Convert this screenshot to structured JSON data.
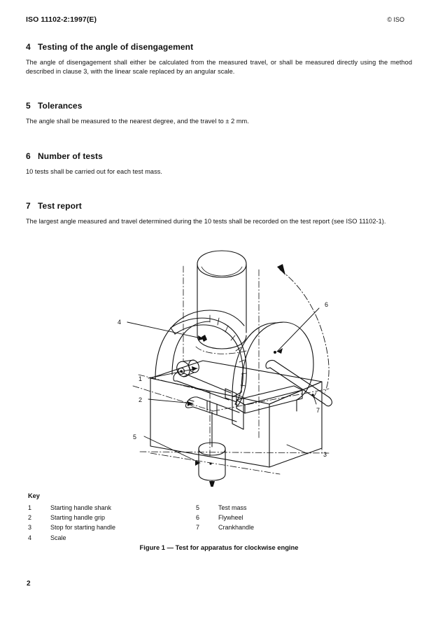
{
  "header": {
    "standard_ref": "ISO 11102-2:1997(E)",
    "copyright": "© ISO"
  },
  "clauses": [
    {
      "number": "4",
      "title": "Testing of the angle of disengagement",
      "body": "The angle of disengagement shall either be calculated from the measured travel, or shall be measured directly using the method described in clause 3, with the linear scale replaced by an angular scale."
    },
    {
      "number": "5",
      "title": "Tolerances",
      "body": "The angle shall be measured to the nearest degree, and the travel to ± 2 mm."
    },
    {
      "number": "6",
      "title": "Number of tests",
      "body": "10 tests shall be carried out for each test mass."
    },
    {
      "number": "7",
      "title": "Test report",
      "body": "The largest angle measured and travel determined during the 10 tests shall be recorded on the test report (see ISO 11102-1)."
    }
  ],
  "figure": {
    "key_title": "Key",
    "key_left": [
      {
        "num": "1",
        "text": "Starting handle shank"
      },
      {
        "num": "2",
        "text": "Starting handle grip"
      },
      {
        "num": "3",
        "text": "Stop for starting handle"
      },
      {
        "num": "4",
        "text": "Scale"
      }
    ],
    "key_right": [
      {
        "num": "5",
        "text": "Test mass"
      },
      {
        "num": "6",
        "text": "Flywheel"
      },
      {
        "num": "7",
        "text": "Crankhandle"
      }
    ],
    "caption": "Figure 1 — Test for apparatus for clockwise engine",
    "callouts": {
      "c1": "1",
      "c2": "2",
      "c3": "3",
      "c4": "4",
      "c5": "5",
      "c6": "6",
      "c7": "7"
    }
  },
  "footer": {
    "page_number": "2"
  },
  "colors": {
    "ink": "#111111",
    "paper": "#ffffff"
  }
}
